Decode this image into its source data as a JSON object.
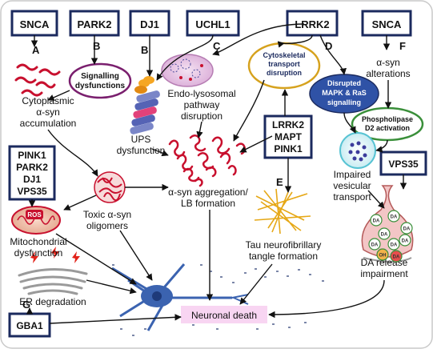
{
  "genes": {
    "snca_left": "SNCA",
    "park2": "PARK2",
    "dj1": "DJ1",
    "uchl1": "UCHL1",
    "lrrk2_top": "LRRK2",
    "snca_right": "SNCA",
    "group_left": [
      "PINK1",
      "PARK2",
      "DJ1",
      "VPS35"
    ],
    "group_mid": [
      "LRRK2",
      "MAPT",
      "PINK1"
    ],
    "vps35": "VPS35",
    "gba1": "GBA1"
  },
  "letters": {
    "a": "A",
    "b1": "B",
    "b2": "B",
    "c": "C",
    "d": "D",
    "e": "E",
    "f": "F",
    "g": "G"
  },
  "ovals": {
    "signalling": [
      "Signalling",
      "dysfunctions"
    ],
    "cytoskeletal": [
      "Cytoskeletal",
      "transport",
      "disruption"
    ],
    "mapk": [
      "Disrupted",
      "MAPK & RaS",
      "signalling"
    ],
    "phospholipase": [
      "Phospholipase",
      "D2 activation"
    ]
  },
  "labels": {
    "cytoplasmic": [
      "Cytoplasmic",
      "α-syn",
      "accumulation"
    ],
    "ups": [
      "UPS",
      "dysfunction"
    ],
    "endolyso": [
      "Endo-lysosomal",
      "pathway",
      "disruption"
    ],
    "asyn_alt": [
      "α-syn",
      "alterations"
    ],
    "toxic": [
      "Toxic α-syn",
      "oligomers"
    ],
    "aggregation": [
      "α-syn aggregation/",
      "LB formation"
    ],
    "impaired": [
      "Impaired",
      "vesicular",
      "transport"
    ],
    "mito": [
      "Mitochondrial",
      "dysfunction"
    ],
    "tau": [
      "Tau neurofibrillary",
      "tangle formation"
    ],
    "er": "ER degradation",
    "da_release": [
      "DA release",
      "impairment"
    ],
    "neuronal_death": "Neuronal death",
    "ros": "ROS"
  },
  "synapse_labels": [
    "DA",
    "DA",
    "DA",
    "DA",
    "DA",
    "DA",
    "OH",
    "DA",
    "DA"
  ],
  "colors": {
    "gene_border": "#1b2a5e",
    "signalling_border": "#7a1f6e",
    "cytoskeletal_border": "#d6a21e",
    "mapk_fill": "#2f52a6",
    "phospholipase_border": "#3a8f3a",
    "asyn_red": "#c8102e",
    "neuron_blue": "#3b63b0",
    "neuronal_death_fill": "#f8d5f2",
    "synapse_fill": "#f3c6c6",
    "tau_yellow": "#e6a817",
    "vesicle_blue": "#3c3c9c",
    "lyso_pink": "#e8c7e6"
  }
}
